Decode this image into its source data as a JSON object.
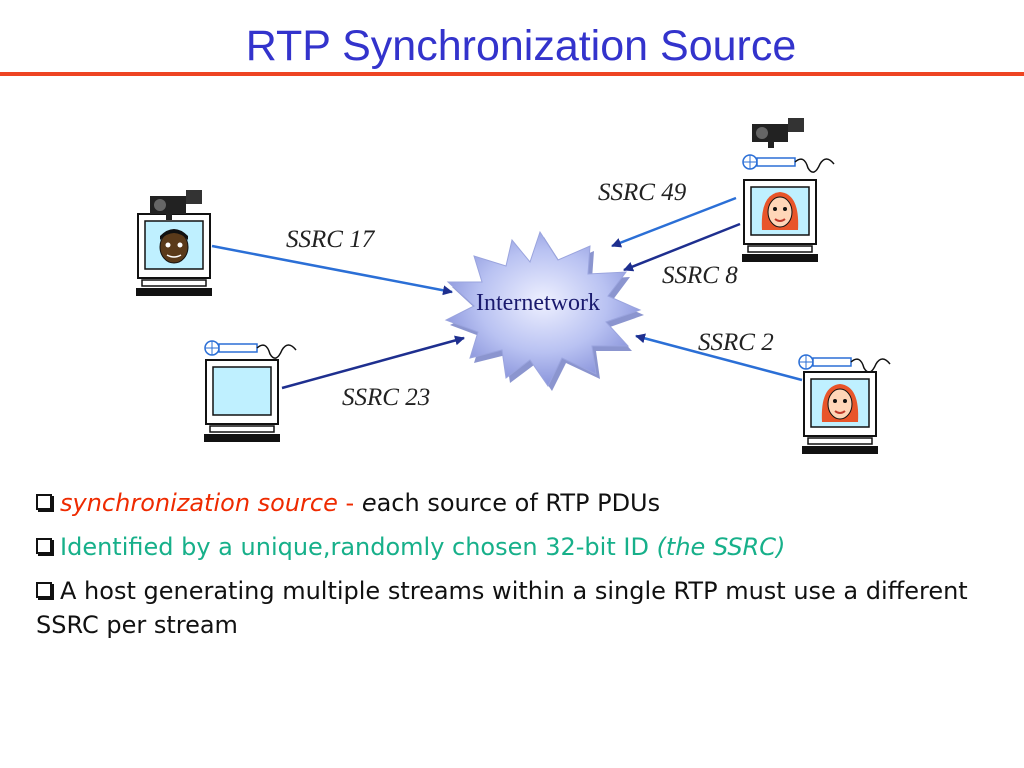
{
  "title": "RTP Synchronization Source",
  "diagram": {
    "cloud_label": "Internetwork",
    "ssrc_labels": [
      "SSRC 17",
      "SSRC 23",
      "SSRC 49",
      "SSRC 8",
      "SSRC 2"
    ],
    "colors": {
      "arrow": "#2b6fd6",
      "arrow_dark": "#1e2f8f",
      "cloud": "#b7c0f0",
      "screen": "#bff0ff"
    }
  },
  "bullets": [
    {
      "term": "synchronization source",
      "sep": " - ",
      "lead": "e",
      "rest": "ach source of RTP PDUs"
    },
    {
      "text": "Identified by a unique,randomly chosen 32-bit ID ",
      "italic": "(the SSRC)"
    },
    {
      "text": "A host generating multiple streams within a single RTP must use a different SSRC per stream"
    }
  ]
}
